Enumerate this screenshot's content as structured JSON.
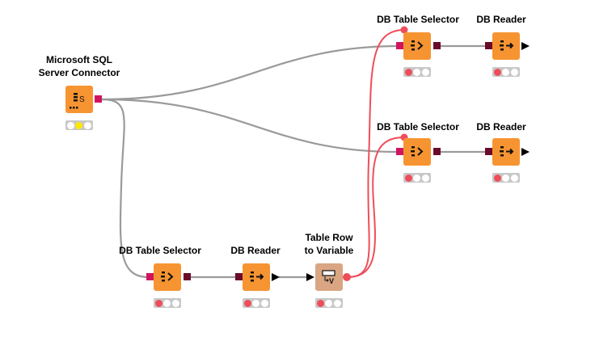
{
  "workflow": {
    "nodes": [
      {
        "id": "sql-connector",
        "label_lines": [
          "Microsoft SQL",
          "Server Connector"
        ],
        "icon": "database-s-icon",
        "status": "yellow"
      },
      {
        "id": "selector-top",
        "label_lines": [
          "DB Table Selector"
        ],
        "icon": "db-selector-icon",
        "status": "red"
      },
      {
        "id": "reader-top",
        "label_lines": [
          "DB Reader"
        ],
        "icon": "db-reader-icon",
        "status": "red"
      },
      {
        "id": "selector-mid",
        "label_lines": [
          "DB Table Selector"
        ],
        "icon": "db-selector-icon",
        "status": "red"
      },
      {
        "id": "reader-mid",
        "label_lines": [
          "DB Reader"
        ],
        "icon": "db-reader-icon",
        "status": "red"
      },
      {
        "id": "selector-bottom",
        "label_lines": [
          "DB Table Selector"
        ],
        "icon": "db-selector-icon",
        "status": "red"
      },
      {
        "id": "reader-bottom",
        "label_lines": [
          "DB Reader"
        ],
        "icon": "db-reader-icon",
        "status": "red"
      },
      {
        "id": "row-to-var",
        "label_lines": [
          "Table Row",
          "to Variable"
        ],
        "icon": "table-to-variable-icon",
        "status": "red"
      }
    ],
    "connections": [
      {
        "from": "sql-connector",
        "to": "selector-top",
        "type": "db"
      },
      {
        "from": "sql-connector",
        "to": "selector-mid",
        "type": "db"
      },
      {
        "from": "sql-connector",
        "to": "selector-bottom",
        "type": "db"
      },
      {
        "from": "selector-top",
        "to": "reader-top",
        "type": "db"
      },
      {
        "from": "selector-mid",
        "to": "reader-mid",
        "type": "db"
      },
      {
        "from": "selector-bottom",
        "to": "reader-bottom",
        "type": "db"
      },
      {
        "from": "reader-bottom",
        "to": "row-to-var",
        "type": "data"
      },
      {
        "from": "row-to-var",
        "to": "selector-top",
        "type": "variable"
      },
      {
        "from": "row-to-var",
        "to": "selector-mid",
        "type": "variable"
      }
    ],
    "colors": {
      "node_source": "#f79432",
      "node_manipulator": "#d9a583",
      "db_port_in": "#d1145f",
      "db_port_out": "#6a0b2a",
      "connection": "#9a9a9a",
      "variable_connection": "#ef4d5a",
      "status_red": "#ef4d5a",
      "status_yellow": "#ffe600"
    }
  }
}
